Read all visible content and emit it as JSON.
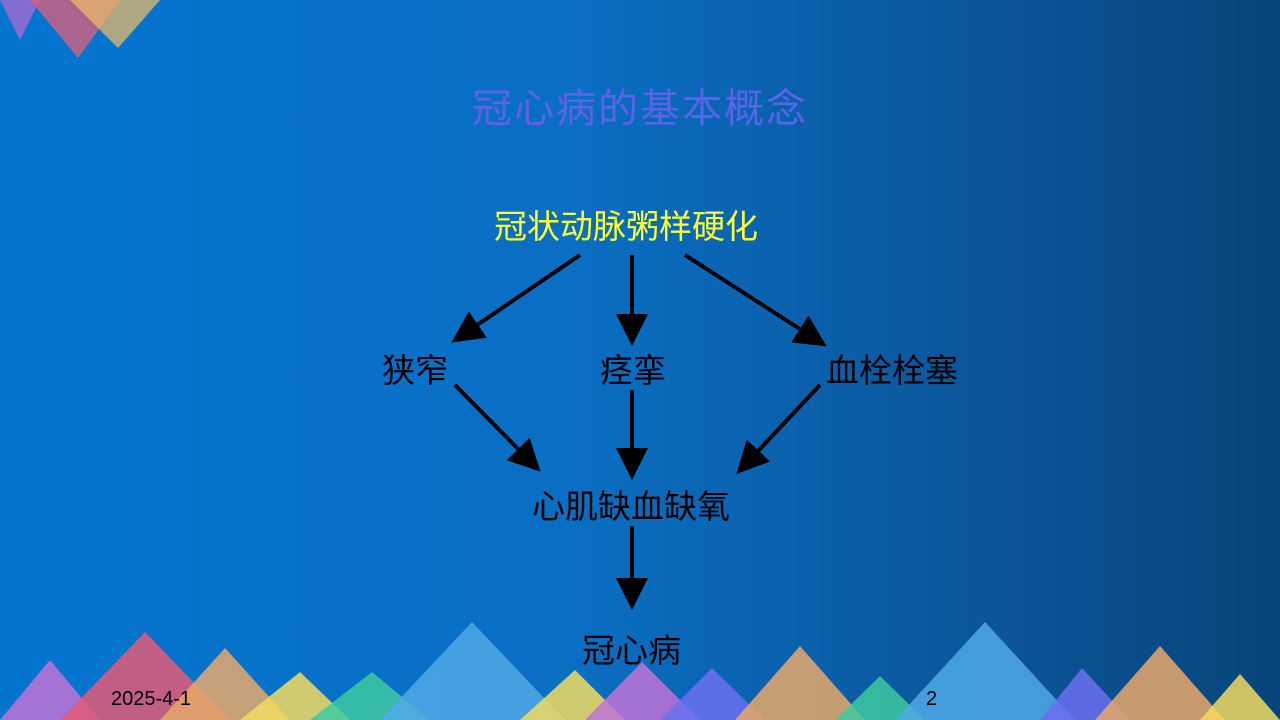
{
  "slide": {
    "title": "冠心病的基本概念",
    "footer_date": "2025-4-1",
    "page_number": "2"
  },
  "diagram": {
    "root": "冠状动脉粥样硬化",
    "causes": [
      "狭窄",
      "痉挛",
      "血栓栓塞"
    ],
    "middle": "心肌缺血缺氧",
    "result": "冠心病"
  },
  "colors": {
    "title": "#5b63e8",
    "root_text": "#ffff33",
    "node_text": "#000000",
    "arrow": "#000000"
  }
}
